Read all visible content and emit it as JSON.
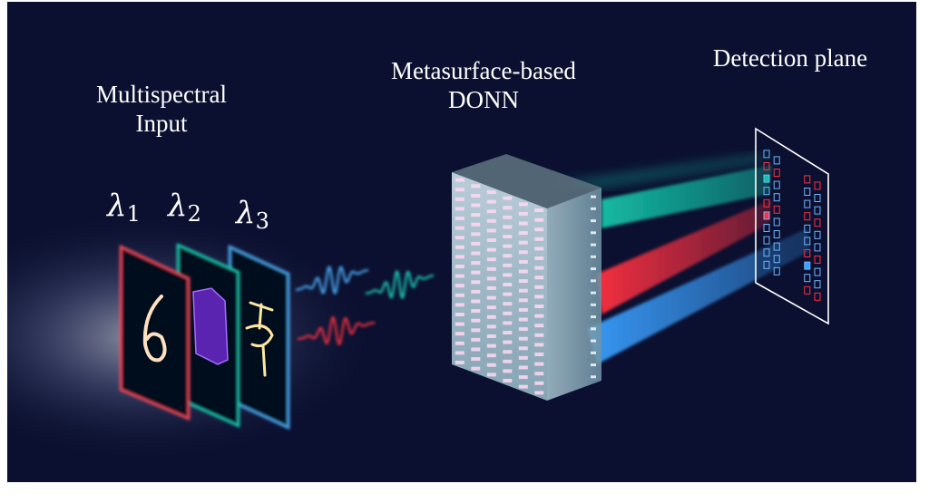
{
  "labels": {
    "input_line1": "Multispectral",
    "input_line2": "Input",
    "donn_line1": "Metasurface-based",
    "donn_line2": "DONN",
    "detection": "Detection plane"
  },
  "wavelengths": [
    {
      "symbol": "λ",
      "sub": "1",
      "color": "#ff4d5e"
    },
    {
      "symbol": "λ",
      "sub": "2",
      "color": "#1fd1b8"
    },
    {
      "symbol": "λ",
      "sub": "3",
      "color": "#4fb4ff"
    }
  ],
  "input_images": [
    {
      "name": "digit-six",
      "color": "#ff4d5e"
    },
    {
      "name": "clothing-item",
      "color": "#1fd1b8"
    },
    {
      "name": "handwritten-character",
      "color": "#4fb4ff"
    }
  ],
  "colors": {
    "background": "#0b1030",
    "red": "#ff3040",
    "teal": "#14c2a8",
    "blue": "#3aa0ff",
    "meta_atom": "#ffd9f2"
  }
}
